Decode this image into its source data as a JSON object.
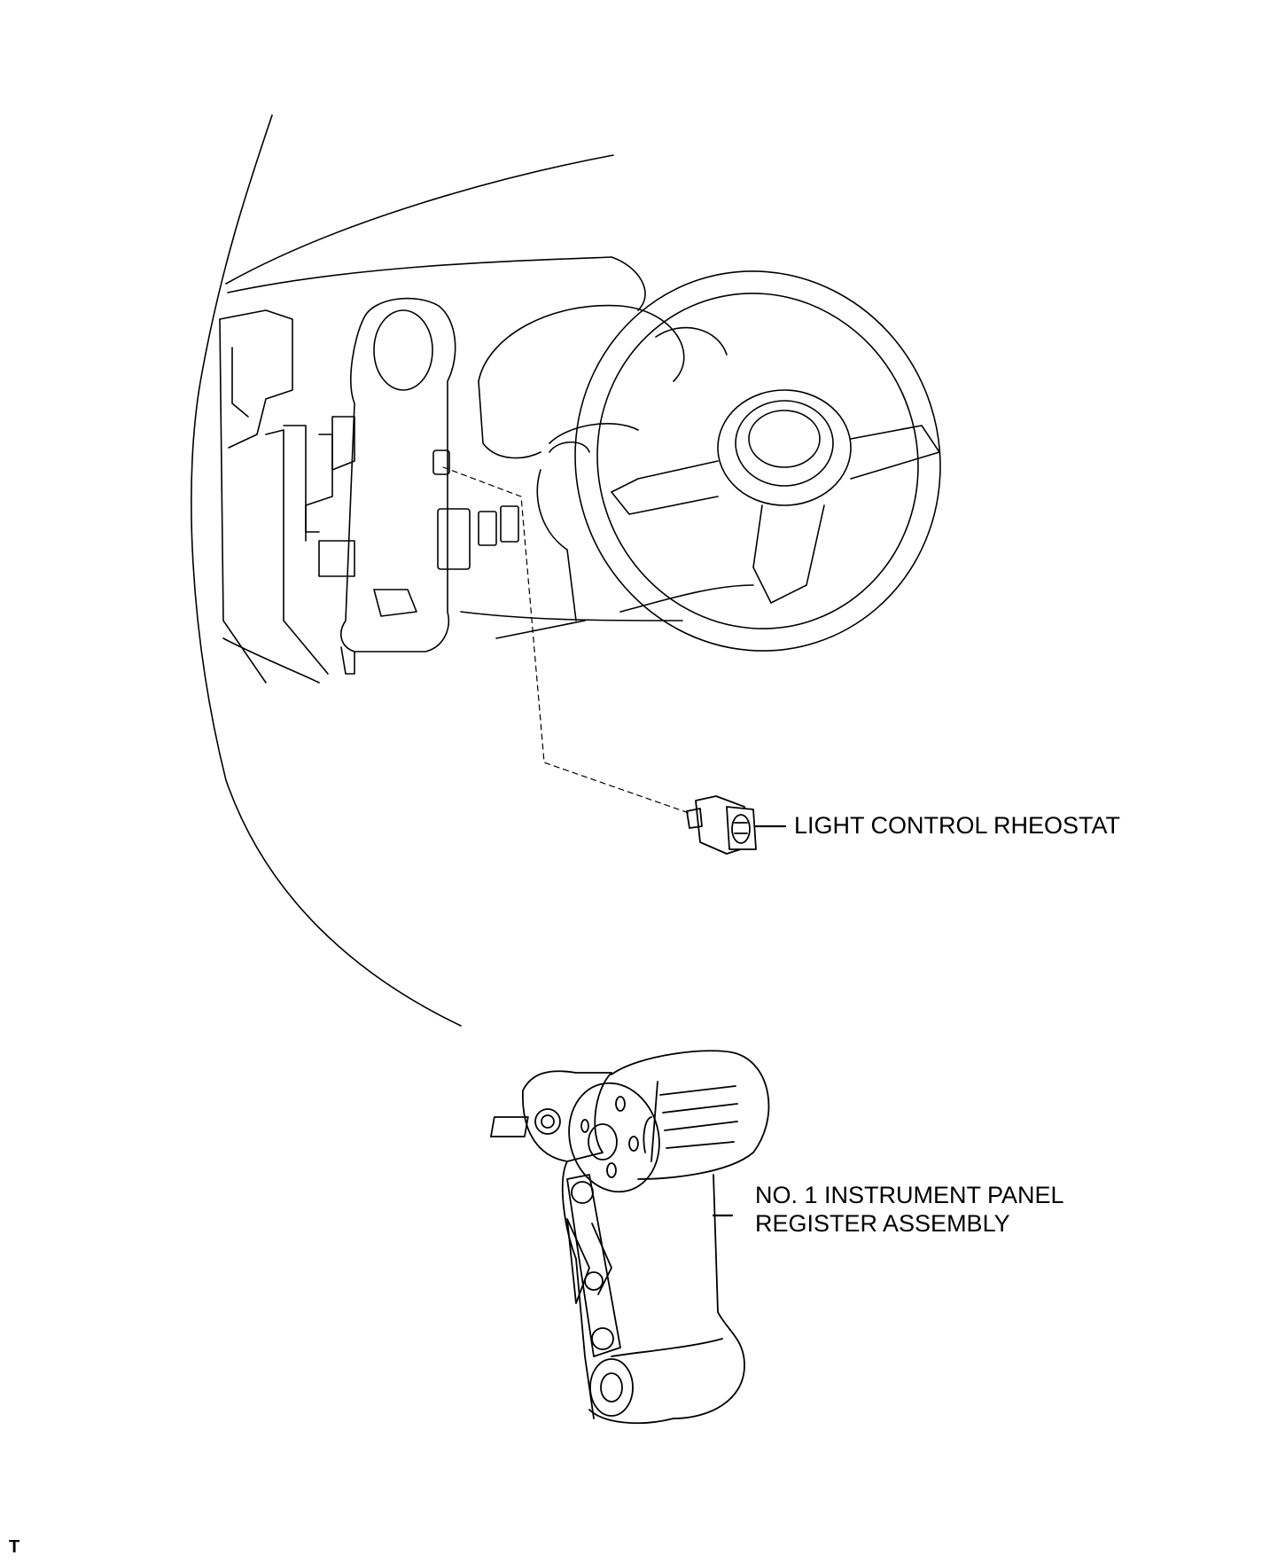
{
  "labels": {
    "rheostat": "LIGHT CONTROL RHEOSTAT",
    "register_line1": "NO. 1 INSTRUMENT PANEL",
    "register_line2": "REGISTER ASSEMBLY"
  },
  "corner_code": "T"
}
